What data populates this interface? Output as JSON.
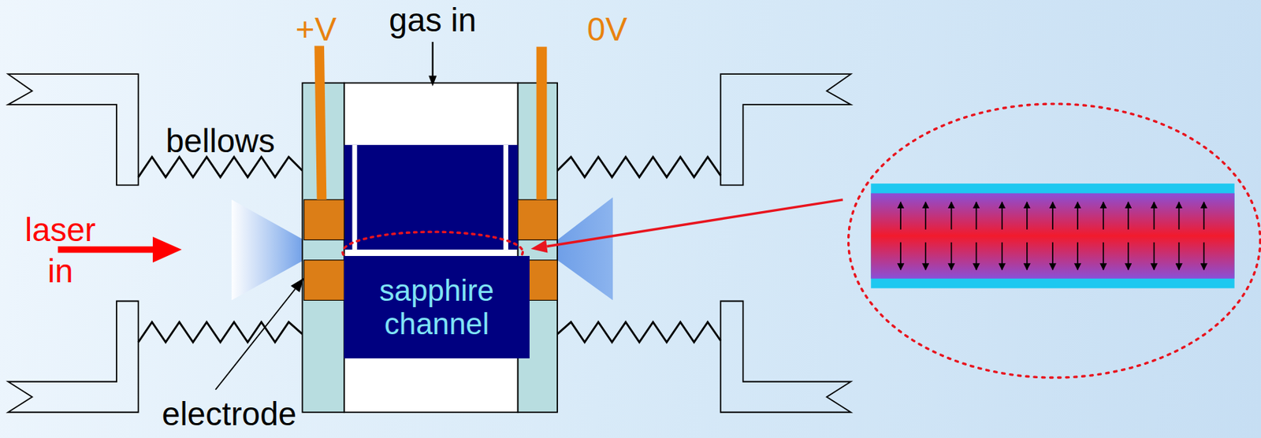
{
  "diagram": {
    "nodes": [
      {
        "text": [
          "sapphire channel"
        ]
      }
    ],
    "edges": [],
    "labels": [
      "+V",
      "gas in",
      "0V",
      "bellows",
      "laser in",
      "electrode"
    ]
  }
}
